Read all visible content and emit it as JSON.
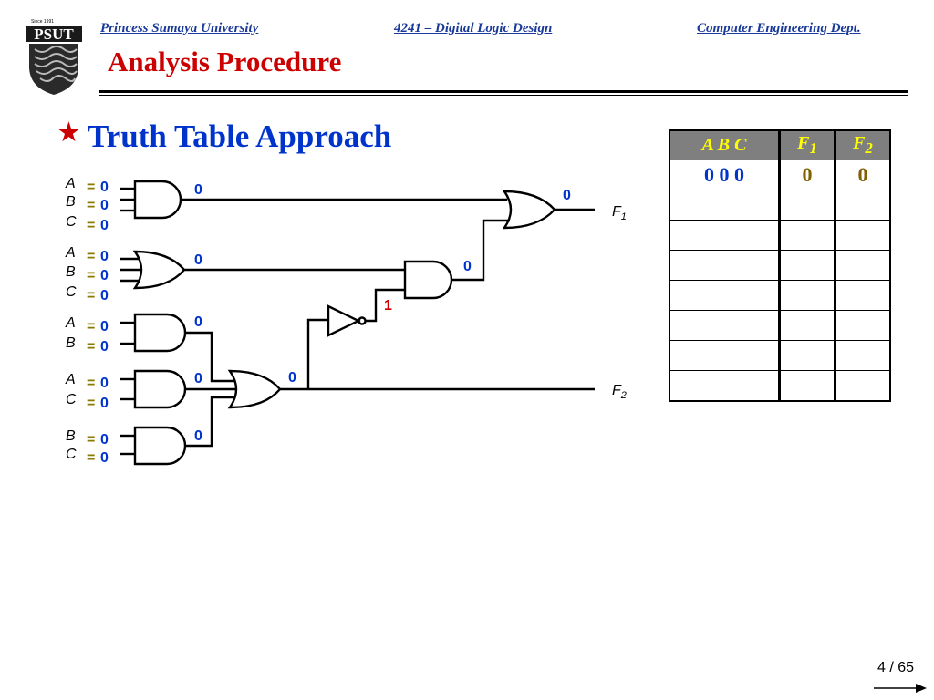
{
  "header": {
    "university": "Princess Sumaya University",
    "course": "4241 – Digital Logic Design",
    "department": "Computer Engineering Dept.",
    "logo": {
      "since": "Since 1991",
      "initials": "PSUT",
      "icon": "psut-logo"
    }
  },
  "slide": {
    "title": "Analysis Procedure",
    "bullet_icon": "star-icon",
    "bullet": "Truth Table Approach"
  },
  "circuit": {
    "groups": [
      {
        "gate": "AND3",
        "inputs": [
          {
            "name": "A",
            "value": "0"
          },
          {
            "name": "B",
            "value": "0"
          },
          {
            "name": "C",
            "value": "0"
          }
        ],
        "output": "0"
      },
      {
        "gate": "OR3",
        "inputs": [
          {
            "name": "A",
            "value": "0"
          },
          {
            "name": "B",
            "value": "0"
          },
          {
            "name": "C",
            "value": "0"
          }
        ],
        "output": "0"
      },
      {
        "gate": "AND2",
        "inputs": [
          {
            "name": "A",
            "value": "0"
          },
          {
            "name": "B",
            "value": "0"
          }
        ],
        "output": "0"
      },
      {
        "gate": "AND2",
        "inputs": [
          {
            "name": "A",
            "value": "0"
          },
          {
            "name": "C",
            "value": "0"
          }
        ],
        "output": "0"
      },
      {
        "gate": "AND2",
        "inputs": [
          {
            "name": "B",
            "value": "0"
          },
          {
            "name": "C",
            "value": "0"
          }
        ],
        "output": "0"
      }
    ],
    "or3_output": "0",
    "inverter_output": "1",
    "and2_output": "0",
    "f1_gate_output": "0",
    "outputs": {
      "f1": {
        "base": "F",
        "sub": "1"
      },
      "f2": {
        "base": "F",
        "sub": "2"
      }
    },
    "equals": "="
  },
  "truth_table": {
    "headers": {
      "inputs": "A  B  C",
      "f1_base": "F",
      "f1_sub": "1",
      "f2_base": "F",
      "f2_sub": "2"
    },
    "rows": [
      {
        "inputs": "0   0   0",
        "f1": "0",
        "f2": "0"
      },
      {
        "inputs": "",
        "f1": "",
        "f2": ""
      },
      {
        "inputs": "",
        "f1": "",
        "f2": ""
      },
      {
        "inputs": "",
        "f1": "",
        "f2": ""
      },
      {
        "inputs": "",
        "f1": "",
        "f2": ""
      },
      {
        "inputs": "",
        "f1": "",
        "f2": ""
      },
      {
        "inputs": "",
        "f1": "",
        "f2": ""
      },
      {
        "inputs": "",
        "f1": "",
        "f2": ""
      }
    ]
  },
  "footer": {
    "page": "4 / 65",
    "next_icon": "arrow-right-icon"
  },
  "colors": {
    "value_blue": "#0033cc",
    "equals_olive": "#8a7a00",
    "inverter_red": "#cc0000",
    "header_bg": "#7f7f7f",
    "header_text": "#ffff00",
    "f_values": "#806000"
  }
}
